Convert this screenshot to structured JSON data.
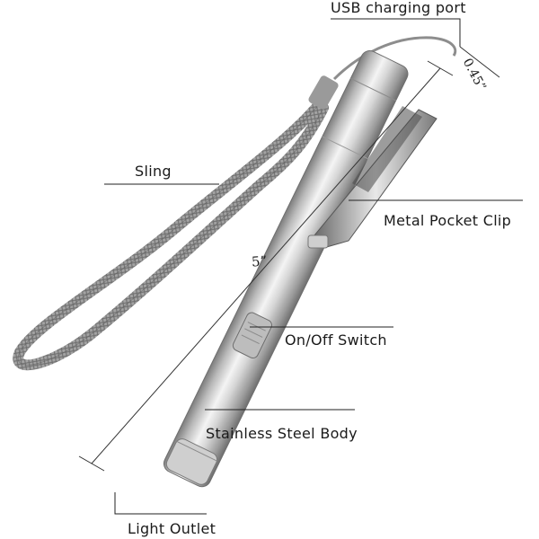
{
  "labels": {
    "usb_port": "USB charging port",
    "sling": "Sling",
    "pocket_clip": "Metal Pocket Clip",
    "switch": "On/Off Switch",
    "body": "Stainless Steel Body",
    "light_outlet": "Light Outlet"
  },
  "dimensions": {
    "length": "5”",
    "diameter": "0.45”"
  },
  "colors": {
    "background": "#ffffff",
    "label_text": "#1a1a1a",
    "leader_line": "#222222",
    "steel_light": "#f2f2f2",
    "steel_dark": "#8c8c8c",
    "strap": "#9a9a9a"
  }
}
